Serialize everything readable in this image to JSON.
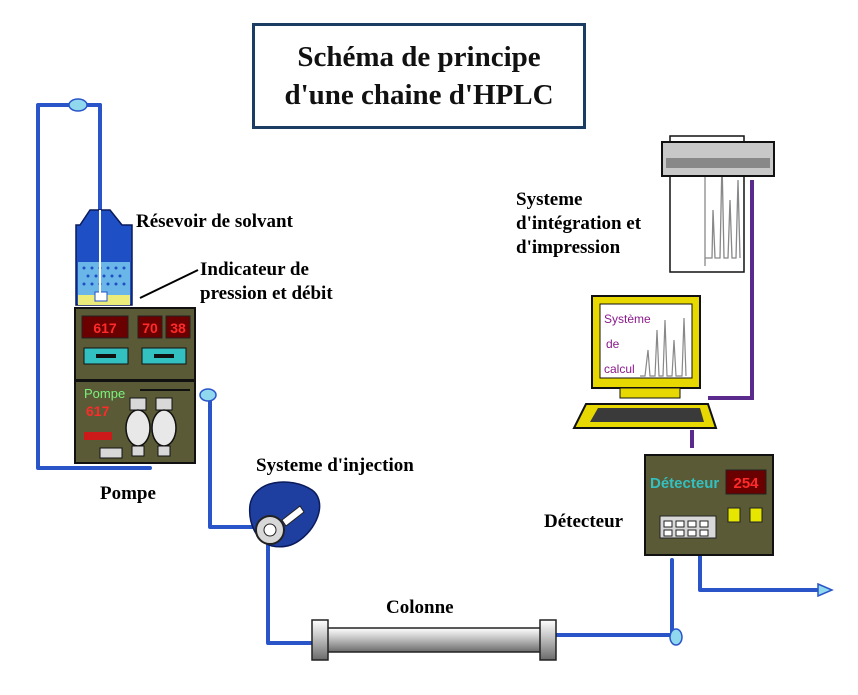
{
  "title": {
    "line1": "Schéma de principe",
    "line2": "d'une chaine d'HPLC"
  },
  "labels": {
    "reservoir": "Résevoir de solvant",
    "indicator_line1": "Indicateur de",
    "indicator_line2": "pression et débit",
    "pump": "Pompe",
    "injection": "Systeme d'injection",
    "column": "Colonne",
    "detector": "Détecteur",
    "integration_line1": "Systeme",
    "integration_line2": "d'intégration et",
    "integration_line3": "d'impression"
  },
  "displays": {
    "pressure": "617",
    "flow1": "70",
    "flow2": "38",
    "pump_label": "Pompe",
    "pump_value": "617",
    "detector_label": "Détecteur",
    "wavelength": "254"
  },
  "computer_screen": {
    "line1": "Système",
    "line2": "de",
    "line3": "calcul"
  },
  "colors": {
    "tubing": "#2a55c8",
    "panel": "#5a5a36",
    "led_red": "#ff2a2a",
    "display_bg": "#6b0000",
    "gauge": "#33c0c0",
    "computer_body": "#e6d800",
    "title_border": "#1b3d63"
  }
}
